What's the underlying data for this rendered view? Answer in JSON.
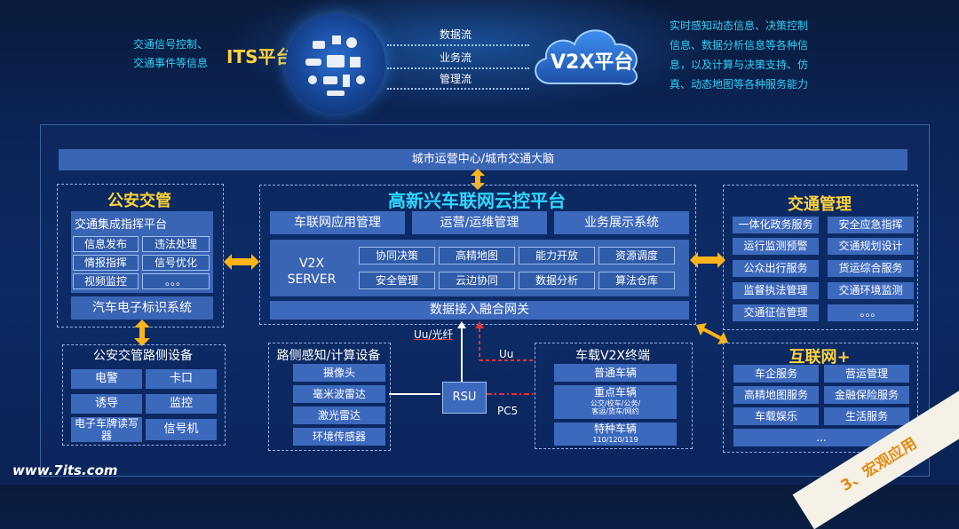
{
  "header": {
    "its_desc": [
      "交通信号控制、",
      "交通事件等信息"
    ],
    "its_title": "ITS平台",
    "flows": [
      "数据流",
      "业务流",
      "管理流"
    ],
    "v2x_title": "V2X平台",
    "v2x_desc": [
      "实时感知动态信息、决策控制",
      "信息、数据分析信息等各种信",
      "息，以及计算与决策支持、仿",
      "真、动态地图等各种服务能力"
    ]
  },
  "city_bar": "城市运营中心/城市交通大脑",
  "police": {
    "title": "公安交管",
    "platform": "交通集成指挥平台",
    "items": [
      "信息发布",
      "违法处理",
      "情报指挥",
      "信号优化",
      "视频监控",
      "。。。"
    ],
    "eid": "汽车电子标识系统"
  },
  "cloud_platform": {
    "title": "高新兴车联网云控平台",
    "top": [
      "车联网应用管理",
      "运营/运维管理",
      "业务展示系统"
    ],
    "server": [
      "V2X",
      "SERVER"
    ],
    "grid": [
      "协同决策",
      "高精地图",
      "能力开放",
      "资源调度",
      "安全管理",
      "云边协同",
      "数据分析",
      "算法仓库"
    ],
    "gateway": "数据接入融合网关"
  },
  "traffic": {
    "title": "交通管理",
    "items": [
      "一体化政务服务",
      "安全应急指挥",
      "运行监测预警",
      "交通规划设计",
      "公众出行服务",
      "货运综合服务",
      "监督执法管理",
      "交通环境监测",
      "交通征信管理",
      "。。。"
    ]
  },
  "roadside_police": {
    "title": "公安交管路侧设备",
    "items": [
      "电警",
      "卡口",
      "诱导",
      "监控",
      "电子车牌读写器",
      "信号机"
    ]
  },
  "roadside_sense": {
    "title": "路侧感知/计算设备",
    "items": [
      "摄像头",
      "毫米波雷达",
      "激光雷达",
      "环境传感器"
    ]
  },
  "links": {
    "uu_fiber": "Uu/光纤",
    "uu": "Uu",
    "rsu": "RSU",
    "pc5": "PC5"
  },
  "vehicle": {
    "title": "车载V2X终端",
    "normal": "普通车辆",
    "key": "重点车辆",
    "key_sub": [
      "公交/校车/公务/",
      "客运/货车/网约"
    ],
    "special": "特种车辆",
    "special_sub": "110/120/119"
  },
  "internet": {
    "title": "互联网+",
    "items": [
      "车企服务",
      "营运管理",
      "高精地图服务",
      "金融保险服务",
      "车载娱乐",
      "生活服务",
      "..."
    ]
  },
  "footer": {
    "url": "www.7its.com",
    "badge": "3、宏观应用"
  }
}
